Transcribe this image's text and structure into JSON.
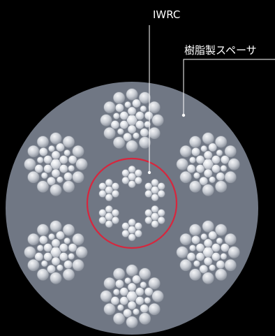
{
  "labels": {
    "iwrc": "IWRC",
    "spacer": "樹脂製スペーサ"
  },
  "colors": {
    "background": "#000000",
    "spacer_disc": "#707784",
    "wire_light": "#f3f4f6",
    "wire_mid": "#d3d7de",
    "wire_dark": "#a9aeb8",
    "iwrc_ring": "#d7263d",
    "leader_line": "#ffffff"
  },
  "structure": {
    "outer_strand_count": 6,
    "core_strand_count": 6
  }
}
